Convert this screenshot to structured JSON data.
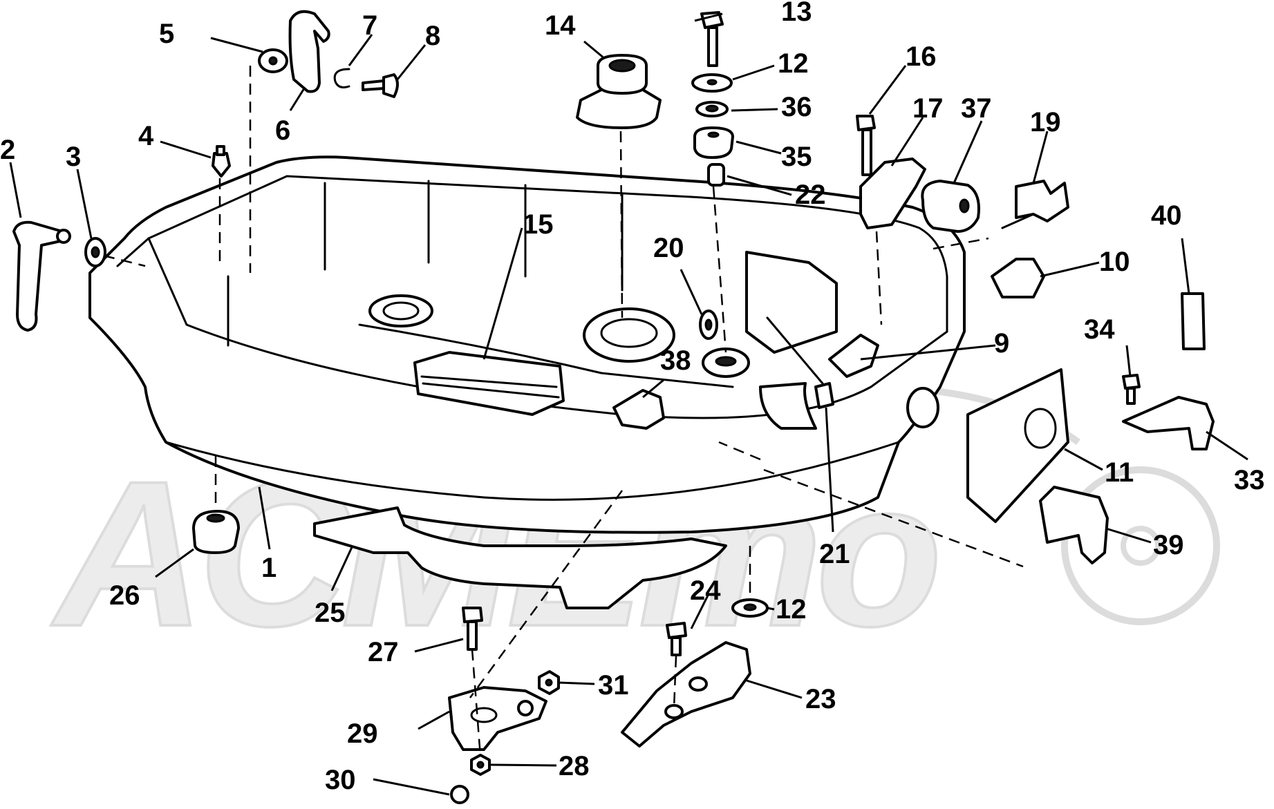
{
  "callouts": [
    {
      "id": "c1",
      "text": "1"
    },
    {
      "id": "c2",
      "text": "2"
    },
    {
      "id": "c3",
      "text": "3"
    },
    {
      "id": "c4",
      "text": "4"
    },
    {
      "id": "c5",
      "text": "5"
    },
    {
      "id": "c6",
      "text": "6"
    },
    {
      "id": "c7",
      "text": "7"
    },
    {
      "id": "c8",
      "text": "8"
    },
    {
      "id": "c9",
      "text": "9"
    },
    {
      "id": "c10",
      "text": "10"
    },
    {
      "id": "c11",
      "text": "11"
    },
    {
      "id": "c12a",
      "text": "12"
    },
    {
      "id": "c12b",
      "text": "12"
    },
    {
      "id": "c13",
      "text": "13"
    },
    {
      "id": "c14",
      "text": "14"
    },
    {
      "id": "c15",
      "text": "15"
    },
    {
      "id": "c16",
      "text": "16"
    },
    {
      "id": "c17",
      "text": "17"
    },
    {
      "id": "c19",
      "text": "19"
    },
    {
      "id": "c20",
      "text": "20"
    },
    {
      "id": "c21",
      "text": "21"
    },
    {
      "id": "c22",
      "text": "22"
    },
    {
      "id": "c23",
      "text": "23"
    },
    {
      "id": "c24",
      "text": "24"
    },
    {
      "id": "c25",
      "text": "25"
    },
    {
      "id": "c26",
      "text": "26"
    },
    {
      "id": "c27",
      "text": "27"
    },
    {
      "id": "c28",
      "text": "28"
    },
    {
      "id": "c29",
      "text": "29"
    },
    {
      "id": "c30",
      "text": "30"
    },
    {
      "id": "c31",
      "text": "31"
    },
    {
      "id": "c33",
      "text": "33"
    },
    {
      "id": "c34",
      "text": "34"
    },
    {
      "id": "c35",
      "text": "35"
    },
    {
      "id": "c36",
      "text": "36"
    },
    {
      "id": "c37",
      "text": "37"
    },
    {
      "id": "c38",
      "text": "38"
    },
    {
      "id": "c39",
      "text": "39"
    },
    {
      "id": "c40",
      "text": "40"
    }
  ],
  "watermark": {
    "text": "ACMEmo"
  }
}
